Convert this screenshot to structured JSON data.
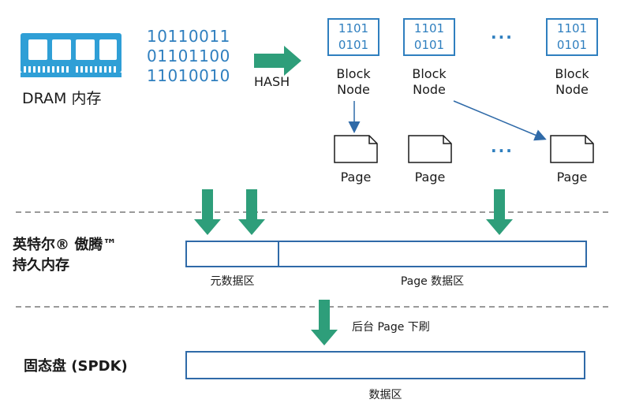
{
  "dram": {
    "label": "DRAM 内存"
  },
  "hash": {
    "bits": [
      "10110011",
      "01101100",
      "11010010"
    ],
    "label": "HASH"
  },
  "block_nodes": [
    {
      "bits": [
        "1101",
        "0101"
      ],
      "label": "Block\nNode"
    },
    {
      "bits": [
        "1101",
        "0101"
      ],
      "label": "Block\nNode"
    },
    {
      "bits": [
        "1101",
        "0101"
      ],
      "label": "Block\nNode"
    }
  ],
  "pages": [
    {
      "label": "Page"
    },
    {
      "label": "Page"
    },
    {
      "label": "Page"
    }
  ],
  "ellipsis": "...",
  "pmem": {
    "label_line1": "英特尔® 傲腾™",
    "label_line2": "持久内存",
    "meta_region": "元数据区",
    "page_region": "Page 数据区"
  },
  "flush": {
    "label": "后台 Page 下刷"
  },
  "ssd": {
    "label": "固态盘 (SPDK)",
    "region": "数据区"
  },
  "colors": {
    "accent_green": "#2e9e7a",
    "accent_blue": "#2f7fbf",
    "line_dark": "#1a1a1a",
    "dashed_gray": "#9a9a9a"
  }
}
